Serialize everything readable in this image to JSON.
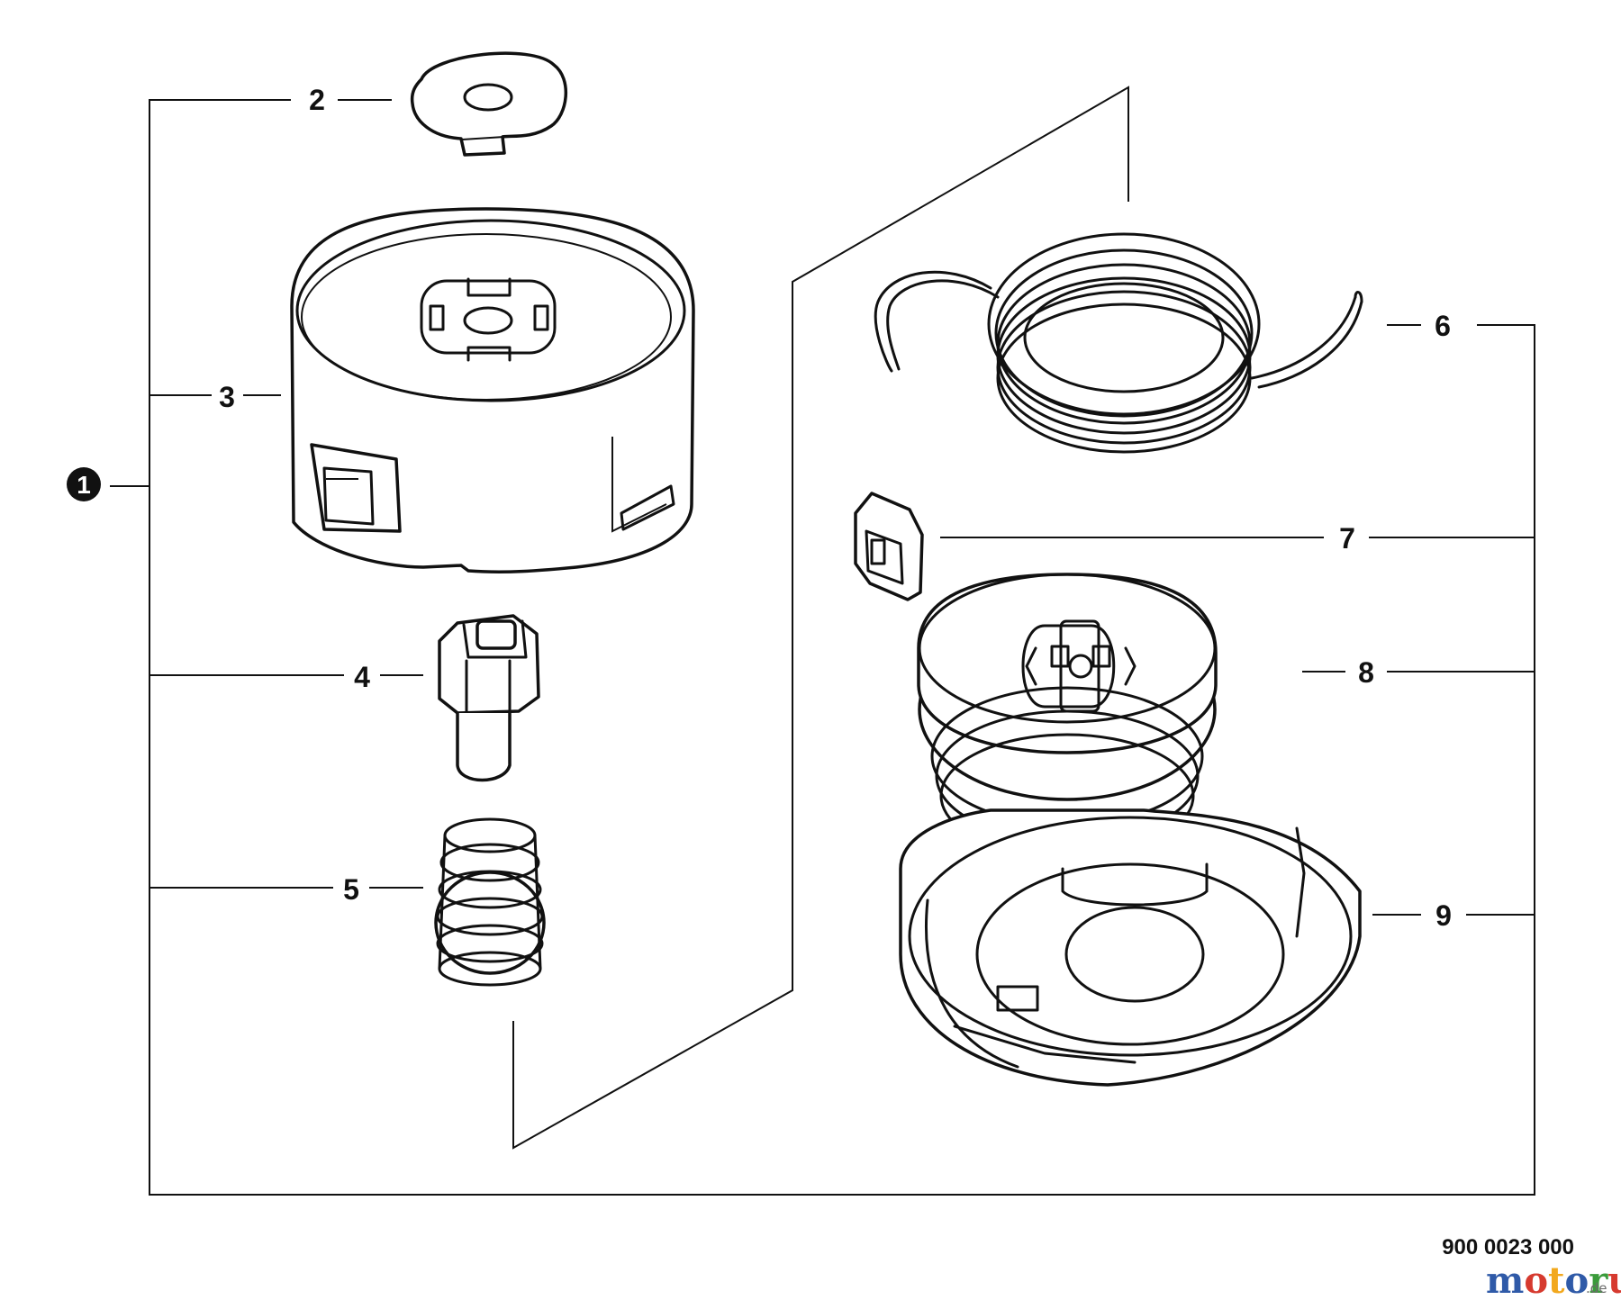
{
  "assembly": {
    "label": "1"
  },
  "callouts": {
    "p2": "2",
    "p3": "3",
    "p4": "4",
    "p5": "5",
    "p6": "6",
    "p7": "7",
    "p8": "8",
    "p9": "9"
  },
  "drawing_number": "900 0023 000",
  "watermark": {
    "text": "motoruf",
    "suffix": ".de",
    "colors": [
      "#2f5aa8",
      "#d63a2f",
      "#f2a81d",
      "#2f5aa8",
      "#3a9b3a",
      "#d63a2f",
      "#2f5aa8"
    ]
  }
}
